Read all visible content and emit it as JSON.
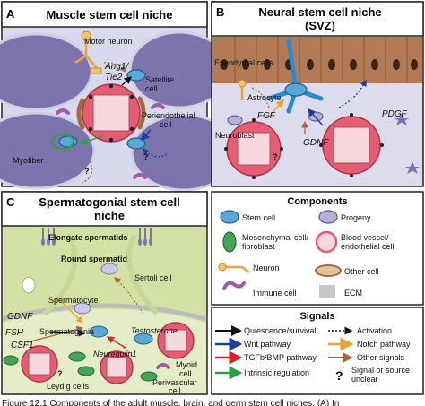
{
  "panels": {
    "a": {
      "letter": "A",
      "title": "Muscle stem cell niche",
      "labels": {
        "motor_neuron": "Motor neuron",
        "ang1": "Ang1/",
        "tie2": "Tie2",
        "satellite": "Satellite",
        "cell1": "cell",
        "periendothelial": "Periendothelial",
        "cell2": "cell",
        "myofiber": "Myofiber",
        "q1": "?",
        "q2": "?"
      }
    },
    "b": {
      "letter": "B",
      "title_line1": "Neural stem cell niche",
      "title_line2": "(SVZ)",
      "labels": {
        "ependymal": "Ependymal cells",
        "astrocyte": "Astrocyte",
        "fgf": "FGF",
        "pdgf": "PDGF",
        "gdnf": "GDNF",
        "neuroblast": "Neuroblast",
        "q": "?"
      }
    },
    "c": {
      "letter": "C",
      "title_line1": "Spermatogonial stem cell",
      "title_line2": "niche",
      "labels": {
        "elongate": "Elongate spermatids",
        "round": "Round spermatid",
        "sertoli": "Sertoli cell",
        "spermatocyte": "Spermatocyte",
        "gdnf": "GDNF",
        "fsh": "FSH",
        "spermatogonia": "Spermatogonia",
        "csf1": "CSF1",
        "testosterone": "Testosterone",
        "myoid1": "Myoid",
        "myoid2": "cell",
        "neuregulin": "Neuregulin1",
        "leydig": "Leydig cells",
        "perivascular1": "Perivascular",
        "perivascular2": "cell",
        "q": "?"
      }
    }
  },
  "components": {
    "title": "Components",
    "stem_cell": "Stem cell",
    "progeny": "Progeny",
    "mesenchymal1": "Mesenchymal cell/",
    "mesenchymal2": "fibroblast",
    "vessel1": "Blood vessel/",
    "vessel2": "endothelial cell",
    "neuron": "Neuron",
    "other_cell": "Other cell",
    "immune": "Immune cell",
    "ecm": "ECM"
  },
  "signals": {
    "title": "Signals",
    "quiescence": "Quiescence/survival",
    "activation": "Activation",
    "wnt": "Wnt pathway",
    "notch": "Notch pathway",
    "tgfb": "TGFb/BMP pathway",
    "other": "Other signals",
    "intrinsic": "Intrinsic regulation",
    "q": "?",
    "unclear1": "Signal or source",
    "unclear2": "unclear"
  },
  "caption": "Figure 12.1  Components of the adult muscle, brain, and germ stem cell niches. (A) In",
  "colors": {
    "myofiber": "#7e74ad",
    "muscle_bg": "#d7d9ed",
    "neural_bg": "#dcdced",
    "ependymal": "#b37b55",
    "testis_bg": "#e4edc8",
    "vessel": "#e55d72",
    "quiescence": "#111111",
    "wnt": "#1d3e9a",
    "tgfb": "#d8232a",
    "intrinsic": "#2ea043",
    "notch": "#e8a33a",
    "other": "#a56a3c",
    "stem": "#5aa8d8"
  }
}
